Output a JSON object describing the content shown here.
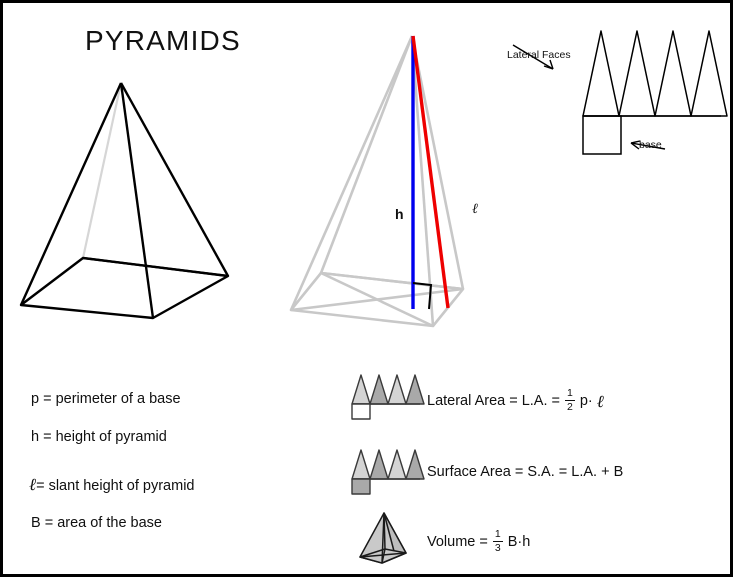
{
  "page": {
    "title": "PYRAMIDS",
    "border_color": "#000000",
    "background": "#ffffff"
  },
  "colors": {
    "height_line": "#0000ee",
    "slant_line": "#ee0000",
    "solid_edge": "#000000",
    "hidden_edge": "#d6d6d6",
    "ghost_edge": "#c8c8c8",
    "fill_light": "#d4d4d4",
    "fill_dark": "#a9a9a9",
    "fill_white": "#ffffff",
    "text": "#101010"
  },
  "labeled_pyramid": {
    "height_label": "h",
    "slant_label": "ℓ",
    "right_angle_marker": true
  },
  "net": {
    "lateral_faces_label": "Lateral Faces",
    "base_label": "base",
    "triangle_count": 4
  },
  "legend": {
    "items": [
      {
        "symbol": "p",
        "text": "p = perimeter of a base"
      },
      {
        "symbol": "h",
        "text": "h = height of pyramid"
      },
      {
        "symbol": "ℓ",
        "prefix": "ℓ",
        "text": "= slant height of pyramid"
      },
      {
        "symbol": "B",
        "text": "B = area of the base"
      }
    ]
  },
  "formulas": {
    "lateral_area": {
      "name": "Lateral Area",
      "lead": "Lateral Area = L.A. =",
      "numerator": "1",
      "denominator": "2",
      "tail": "p·",
      "tail_symbol": "ℓ",
      "icon": "lateral-faces-net-icon"
    },
    "surface_area": {
      "name": "Surface Area",
      "lead": "Surface Area = S.A. = L.A. + B",
      "icon": "full-net-icon"
    },
    "volume": {
      "name": "Volume",
      "lead": "Volume =",
      "numerator": "1",
      "denominator": "3",
      "tail": "B·h",
      "icon": "solid-pyramid-icon"
    }
  },
  "chart_data": {
    "type": "diagram",
    "title": "PYRAMIDS",
    "figures": [
      {
        "name": "wireframe-pyramid",
        "description": "square pyramid wireframe with hidden back edge in light gray"
      },
      {
        "name": "labeled-pyramid",
        "description": "ghosted square pyramid with blue height segment h, red slant height segment l, and right-angle marker at base center"
      },
      {
        "name": "pyramid-net",
        "description": "net of a square pyramid: four congruent triangles in a row over a baseline, with one square base attached below the leftmost triangle"
      }
    ]
  }
}
